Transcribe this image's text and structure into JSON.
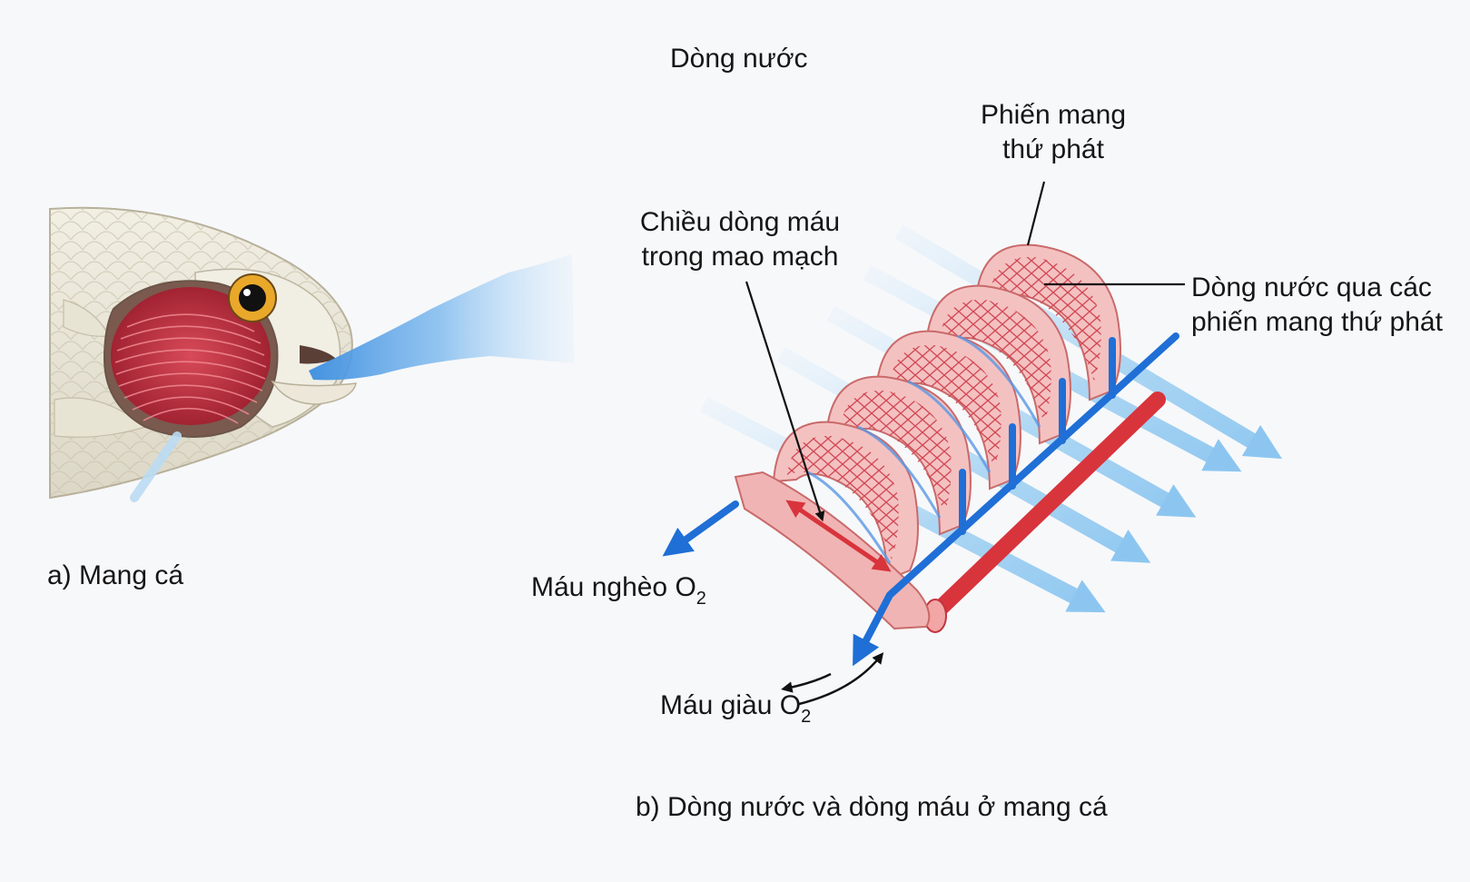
{
  "labels": {
    "water_flow": "Dòng nước",
    "secondary_lamellae": [
      "Phiến mang",
      "thứ phát"
    ],
    "blood_direction": [
      "Chiều dòng máu",
      "trong mao mạch"
    ],
    "water_through_lamellae": [
      "Dòng nước qua các",
      "phiến mang thứ phát"
    ],
    "blood_poor_o2": {
      "text": "Máu nghèo O",
      "subscript": "2"
    },
    "blood_rich_o2": {
      "text": "Máu giàu O",
      "subscript": "2"
    },
    "caption_a": "a) Mang cá",
    "caption_b": "b)  Dòng nước và dòng máu ở mang cá"
  },
  "colors": {
    "background": "#f7f8fa",
    "gill": "#b82c3a",
    "lamella_fill": "#f4c1c1",
    "lamella_stroke": "#c96a6a",
    "deoxygenated_vessel": "#1f6fd6",
    "oxygenated_vessel": "#d8343c",
    "water_arrow": "#9fd0f2",
    "fish_body": "#eeeadb"
  },
  "icons": [
    "fish-head-icon",
    "water-flow-arrow-icon",
    "blood-vessel-icon",
    "counter-current-arrow-icon"
  ]
}
